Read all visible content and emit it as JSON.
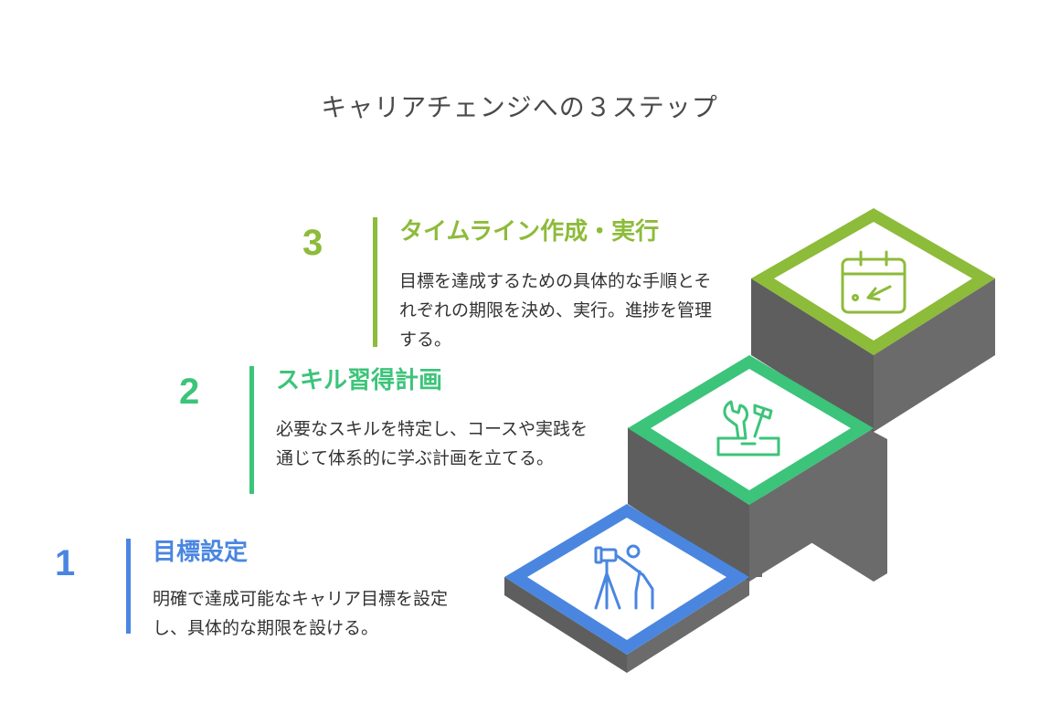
{
  "title": "キャリアチェンジへの３ステップ",
  "colors": {
    "step1": "#4A86E0",
    "step2": "#3CC47A",
    "step3": "#8DBB3A",
    "side": "#666666",
    "text": "#333333"
  },
  "steps": [
    {
      "number": "1",
      "title": "目標設定",
      "description": "明確で達成可能なキャリア目標を設定し、具体的な期限を設ける。",
      "icon": "surveyor-telescope-icon"
    },
    {
      "number": "2",
      "title": "スキル習得計画",
      "description": "必要なスキルを特定し、コースや実践を通じて体系的に学ぶ計画を立てる。",
      "icon": "toolbox-icon"
    },
    {
      "number": "3",
      "title": "タイムライン作成・実行",
      "description": "目標を達成するための具体的な手順とそれぞれの期限を決め、実行。進捗を管理する。",
      "icon": "calendar-icon"
    }
  ]
}
